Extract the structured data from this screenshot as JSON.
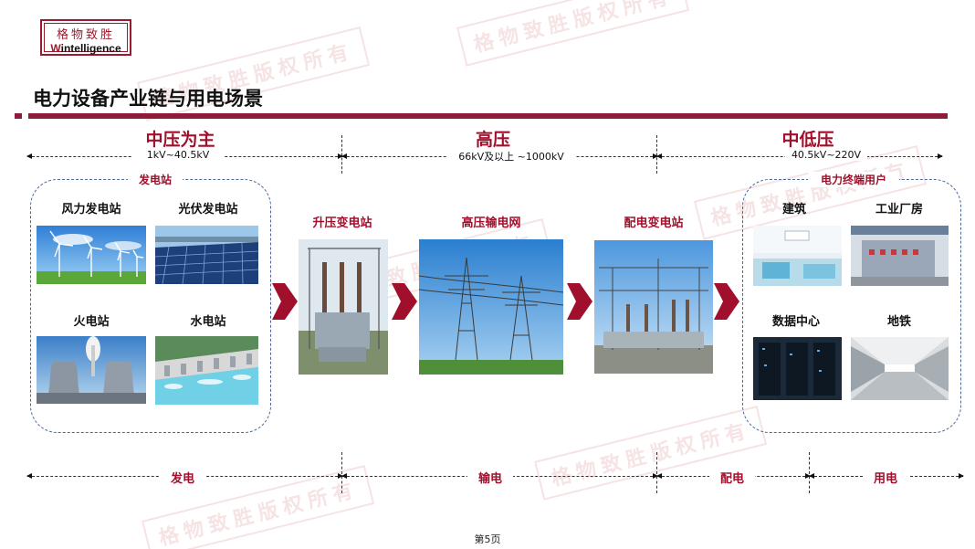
{
  "logo": {
    "cn": "格物致胜",
    "en_prefix": "W",
    "en_rest": "intelligence"
  },
  "title": "电力设备产业链与用电场景",
  "sections": [
    {
      "head": "中压为主",
      "range": "1kV~40.5kV"
    },
    {
      "head": "高压",
      "range": "66kV及以上 ~1000kV"
    },
    {
      "head": "中低压",
      "range": "40.5kV~220V"
    }
  ],
  "generation": {
    "label": "发电站",
    "items": [
      "风力发电站",
      "光伏发电站",
      "火电站",
      "水电站"
    ]
  },
  "stages": [
    "升压变电站",
    "高压输电网",
    "配电变电站"
  ],
  "consumers": {
    "label": "电力终端用户",
    "items": [
      "建筑",
      "工业厂房",
      "数据中心",
      "地铁"
    ]
  },
  "bottom": [
    "发电",
    "输电",
    "配电",
    "用电"
  ],
  "watermark": "格物致胜版权所有",
  "page": "第5页",
  "colors": {
    "accent": "#8e1b3a",
    "label_red": "#a0102c",
    "group_border": "#4a6a9a"
  }
}
